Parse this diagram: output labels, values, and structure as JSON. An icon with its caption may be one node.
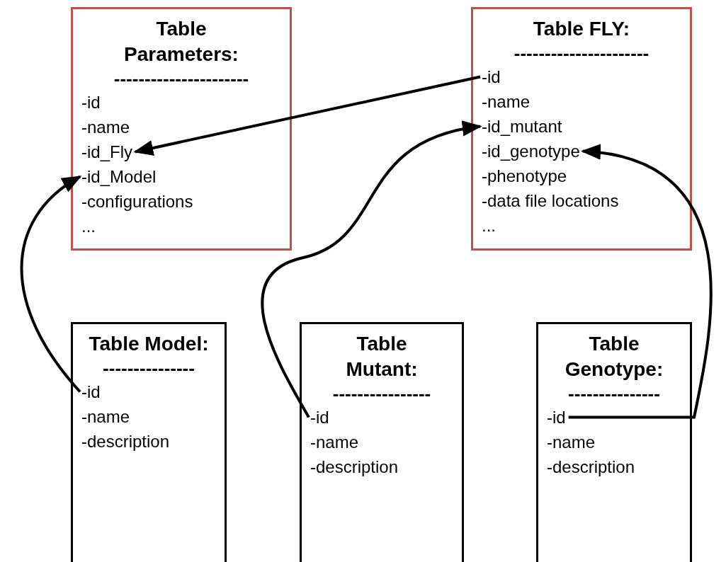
{
  "diagram": {
    "nodes": [
      {
        "text": [
          "Table Parameters:",
          "----------------------"
        ]
      },
      {
        "text": [
          "-id"
        ],
        "in": 0
      },
      {
        "text": [
          "-name"
        ],
        "in": 0
      },
      {
        "text": [
          "-id_Fly"
        ],
        "in": 0
      },
      {
        "text": [
          "-id_Model"
        ],
        "in": 0
      },
      {
        "text": [
          "-configurations"
        ],
        "in": 0
      },
      {
        "text": [
          "..."
        ],
        "in": 0
      },
      {
        "text": [
          "Table FLY:",
          "----------------------"
        ]
      },
      {
        "text": [
          "-id"
        ],
        "in": 7
      },
      {
        "text": [
          "-name"
        ],
        "in": 7
      },
      {
        "text": [
          "-id_mutant"
        ],
        "in": 7
      },
      {
        "text": [
          "-id_genotype"
        ],
        "in": 7
      },
      {
        "text": [
          "-phenotype"
        ],
        "in": 7
      },
      {
        "text": [
          "-data file locations"
        ],
        "in": 7
      },
      {
        "text": [
          "..."
        ],
        "in": 7
      },
      {
        "text": [
          "Table Model:",
          "---------------"
        ]
      },
      {
        "text": [
          "-id"
        ],
        "in": 15
      },
      {
        "text": [
          "-name"
        ],
        "in": 15
      },
      {
        "text": [
          "-description"
        ],
        "in": 15
      },
      {
        "text": [
          "Table Mutant:",
          "----------------"
        ]
      },
      {
        "text": [
          "-id"
        ],
        "in": 19
      },
      {
        "text": [
          "-name"
        ],
        "in": 19
      },
      {
        "text": [
          "-description"
        ],
        "in": 19
      },
      {
        "text": [
          "Table Genotype:",
          "---------------"
        ]
      },
      {
        "text": [
          "-id"
        ],
        "in": 23
      },
      {
        "text": [
          "-name"
        ],
        "in": 23
      },
      {
        "text": [
          "-description"
        ],
        "in": 23
      }
    ],
    "edges": [
      {
        "from": 8,
        "to": 3,
        "arrow": "to"
      },
      {
        "from": 16,
        "to": 4,
        "arrow": "to"
      },
      {
        "from": 20,
        "to": 10,
        "arrow": "to"
      },
      {
        "from": 24,
        "to": 11,
        "arrow": "to"
      }
    ]
  }
}
